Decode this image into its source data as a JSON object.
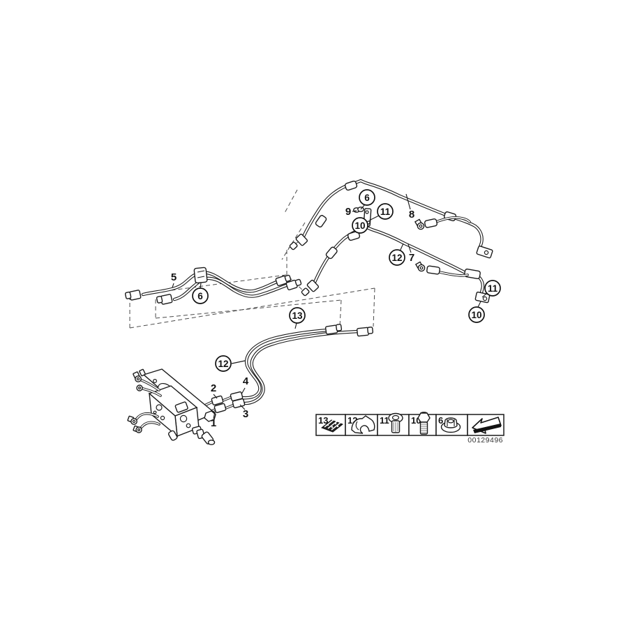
{
  "figure": {
    "background": "#ffffff",
    "line_color": "#1a1a1a",
    "part_number": "00129496",
    "labels": {
      "1": "1",
      "2": "2",
      "3": "3",
      "4": "4",
      "5": "5",
      "6": "6",
      "7": "7",
      "8": "8",
      "9": "9",
      "10": "10",
      "11": "11",
      "12": "12",
      "13": "13"
    },
    "legend": {
      "cells": [
        {
          "number": "13",
          "icon": "pipe-clamp-icon"
        },
        {
          "number": "12",
          "icon": "tube-clip-icon"
        },
        {
          "number": "11",
          "icon": "countersunk-screw-icon"
        },
        {
          "number": "10",
          "icon": "hex-bolt-icon"
        },
        {
          "number": "6",
          "icon": "flange-nut-icon"
        }
      ],
      "arrow_icon": "page-reference-arrow-icon"
    }
  }
}
